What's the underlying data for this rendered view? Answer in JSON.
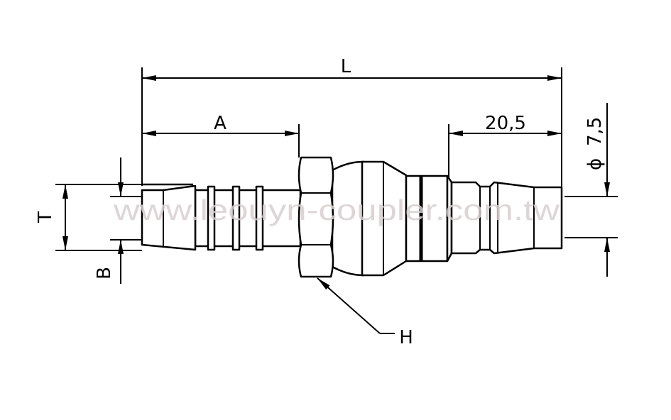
{
  "dimensions": {
    "overall_length": "L",
    "hose_length": "A",
    "plug_length": "20,5",
    "plug_diameter_symbol": "ϕ",
    "plug_diameter": "7,5",
    "tail_outer": "T",
    "tail_bore": "B",
    "hex": "H"
  },
  "watermark": "www.leouyn-coupler.com.tw"
}
